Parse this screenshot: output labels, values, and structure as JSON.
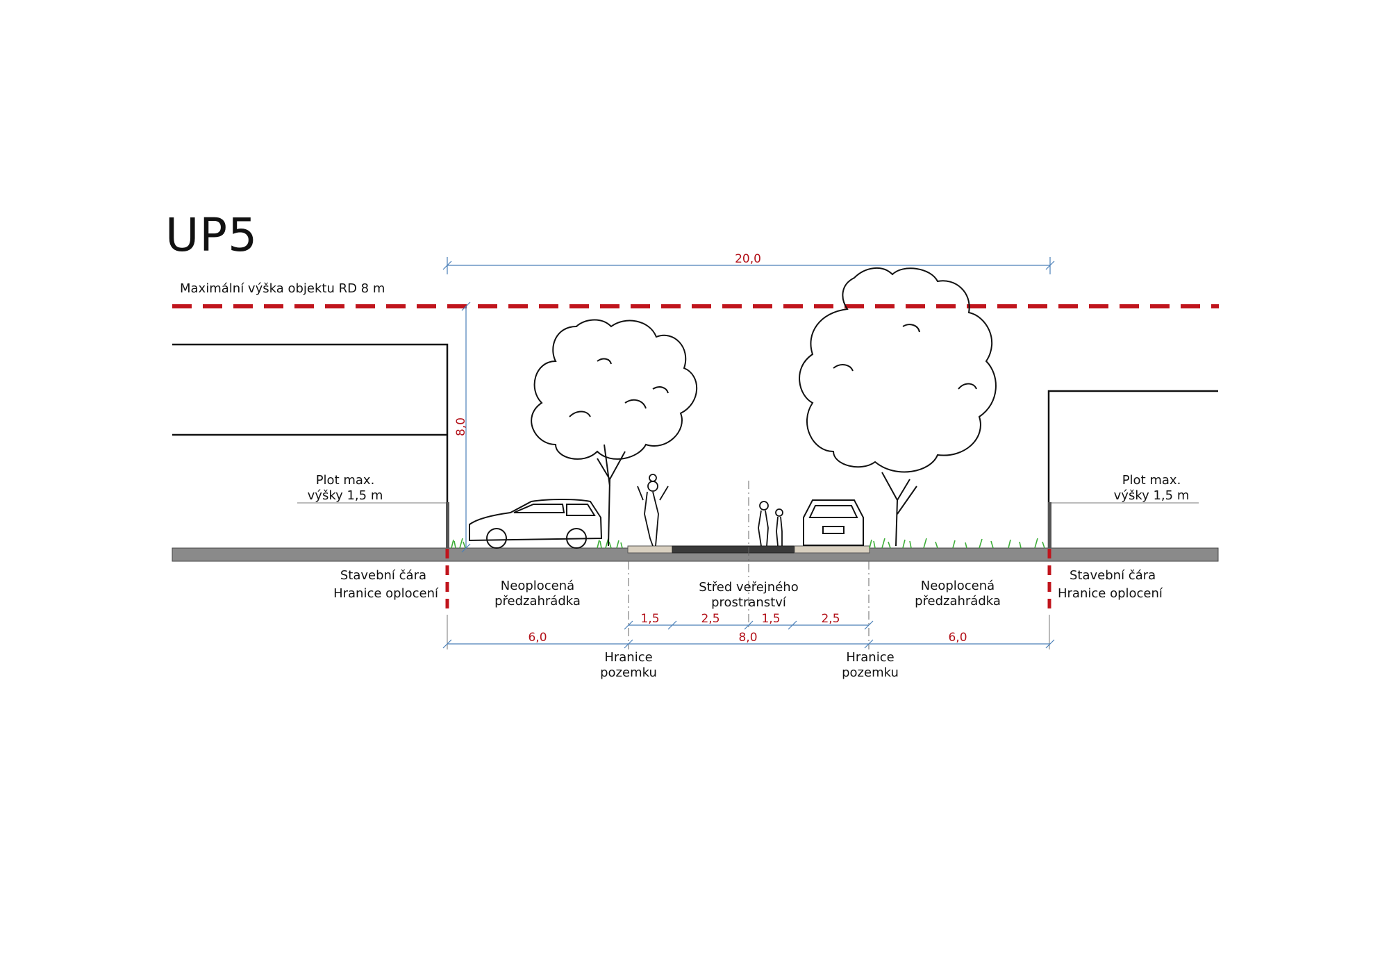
{
  "title": "UP5",
  "max_height_label": "Maximální výška objektu RD 8 m",
  "fence": {
    "left_line1": "Plot max.",
    "left_line2": "výšky 1,5 m",
    "right_line1": "Plot max.",
    "right_line2": "výšky 1,5 m"
  },
  "building_line": {
    "left_line1": "Stavební čára",
    "left_line2": "Hranice oplocení",
    "right_line1": "Stavební čára",
    "right_line2": "Hranice oplocení"
  },
  "zones": {
    "left_garden_line1": "Neoplocená",
    "left_garden_line2": "předzahrádka",
    "center_line1": "Střed veřejného",
    "center_line2": "prostranství",
    "right_garden_line1": "Neoplocená",
    "right_garden_line2": "předzahrádka"
  },
  "plot_boundary": {
    "left_line1": "Hranice",
    "left_line2": "pozemku",
    "right_line1": "Hranice",
    "right_line2": "pozemku"
  },
  "dimensions": {
    "total": "20,0",
    "height": "8,0",
    "left_garden": "6,0",
    "center": "8,0",
    "right_garden": "6,0",
    "seg1": "1,5",
    "seg2": "2,5",
    "seg3": "1,5",
    "seg4": "2,5"
  },
  "colors": {
    "red": "#c0141c",
    "dim_blue": "#4a7fb8",
    "ground": "#8a8a8a",
    "grass": "#3fae3a"
  }
}
